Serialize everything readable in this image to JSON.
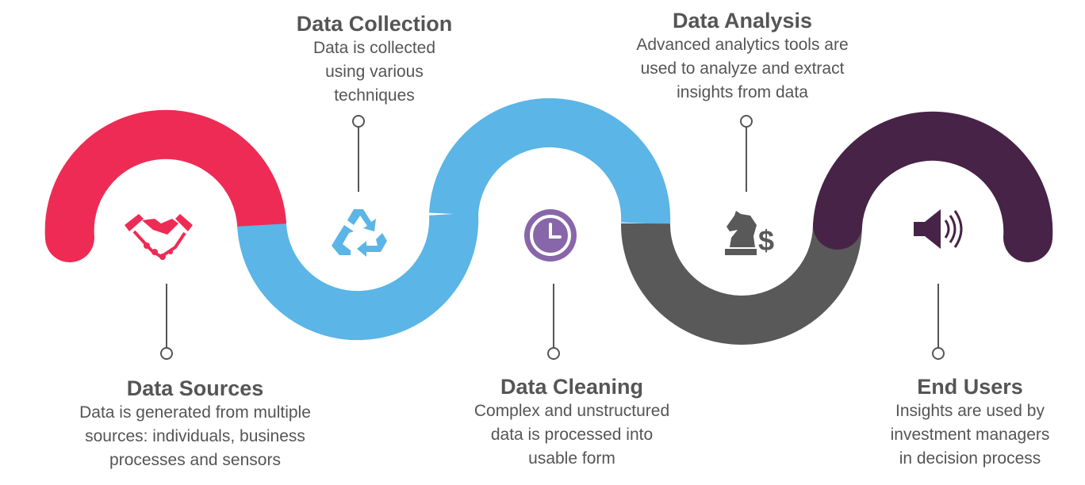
{
  "colors": {
    "red": "#EE2B54",
    "blue": "#5BB5E7",
    "gray": "#595959",
    "purple": "#472347",
    "clock": "#8866AA",
    "text": "#555555",
    "connector": "#555555"
  },
  "steps": [
    {
      "title": "Data Sources",
      "desc": [
        "Data is generated from multiple",
        "sources: individuals, business",
        "processes and sensors"
      ],
      "icon": "handshake-icon",
      "color": "#EE2B54"
    },
    {
      "title": "Data Collection",
      "desc": [
        "Data is collected",
        "using various",
        "techniques"
      ],
      "icon": "recycle-icon",
      "color": "#5BB5E7"
    },
    {
      "title": "Data Cleaning",
      "desc": [
        "Complex and unstructured",
        "data is processed into",
        "usable form"
      ],
      "icon": "clock-icon",
      "color": "#8866AA"
    },
    {
      "title": "Data Analysis",
      "desc": [
        "Advanced analytics tools are",
        "used to analyze and extract",
        "insights from data"
      ],
      "icon": "chess-knight-dollar-icon",
      "color": "#595959"
    },
    {
      "title": "End Users",
      "desc": [
        "Insights are used by",
        "investment managers",
        "in decision process"
      ],
      "icon": "speaker-icon",
      "color": "#472347"
    }
  ]
}
